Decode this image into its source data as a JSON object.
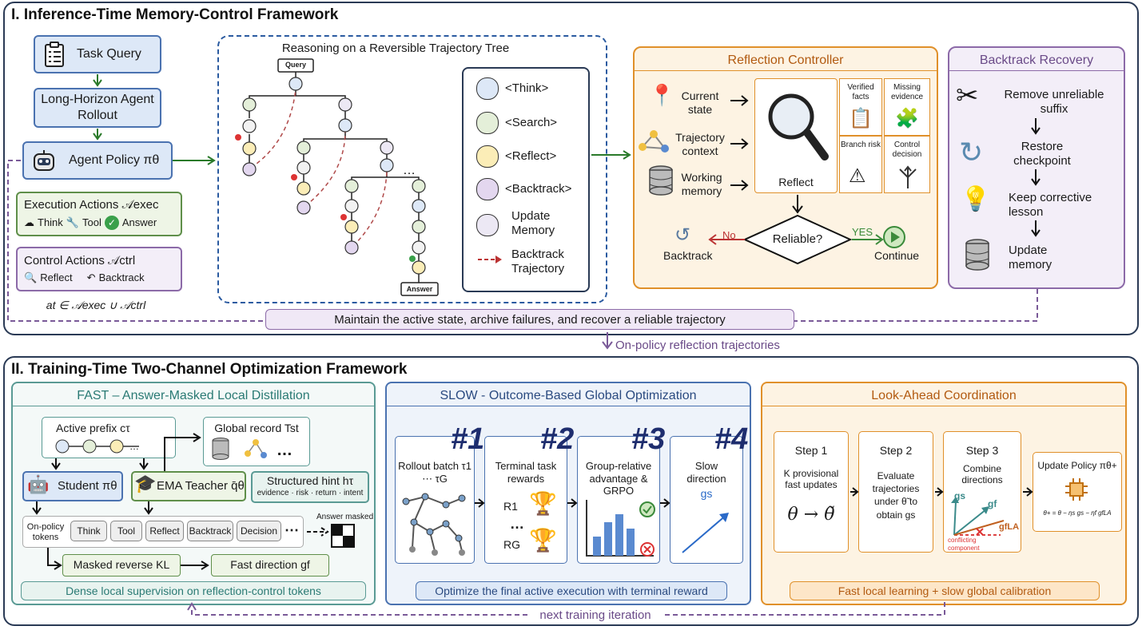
{
  "section1": {
    "title": "I. Inference-Time Memory-Control Framework",
    "task_query": "Task Query",
    "rollout": "Long-Horizon Agent Rollout",
    "policy": "Agent Policy πθ",
    "exec_title": "Execution Actions 𝒜exec",
    "exec_items": [
      "Think",
      "Tool",
      "Answer"
    ],
    "ctrl_title": "Control Actions 𝒜ctrl",
    "ctrl_items": [
      "Reflect",
      "Backtrack"
    ],
    "action_formula": "at ∈ 𝒜exec ∪ 𝒜ctrl",
    "tree_title": "Reasoning on a Reversible Trajectory Tree",
    "tree_query": "Query",
    "tree_answer": "Answer",
    "legend": [
      "<Think>",
      "<Search>",
      "<Reflect>",
      "<Backtrack>",
      "Update Memory",
      "Backtrack Trajectory"
    ],
    "reflection": {
      "title": "Reflection Controller",
      "inputs": [
        "Current state",
        "Trajectory context",
        "Working memory"
      ],
      "center": "Reflect",
      "cards": [
        "Verified facts",
        "Missing evidence",
        "Branch risk",
        "Control decision"
      ],
      "decision": "Reliable?",
      "no": "No",
      "yes": "YES",
      "backtrack": "Backtrack",
      "continue": "Continue"
    },
    "recovery": {
      "title": "Backtrack Recovery",
      "steps": [
        "Remove unreliable suffix",
        "Restore checkpoint",
        "Keep corrective lesson",
        "Update memory"
      ]
    },
    "maintain": "Maintain the active state, archive failures, and recover a reliable trajectory"
  },
  "link_label": "On-policy reflection trajectories",
  "section2": {
    "title": "II. Training-Time Two-Channel Optimization Framework",
    "fast": {
      "title": "FAST – Answer-Masked Local Distillation",
      "prefix": "Active prefix cτ",
      "global": "Global record Tst",
      "student": "Student πθ",
      "teacher": "EMA Teacher q̄θ",
      "hint_title": "Structured hint hτ",
      "hint_sub": "evidence · risk · return · intent",
      "onpolicy": "On-policy tokens",
      "tokens": [
        "Think",
        "Tool",
        "Reflect",
        "Backtrack",
        "Decision"
      ],
      "answer_masked": "Answer masked",
      "kl": "Masked reverse KL",
      "direction": "Fast direction gf",
      "footer": "Dense local supervision on reflection-control tokens"
    },
    "slow": {
      "title": "SLOW - Outcome-Based Global Optimization",
      "nums": [
        "#1",
        "#2",
        "#3",
        "#4"
      ],
      "steps": [
        "Rollout batch τ1 ⋯ τG",
        "Terminal task rewards",
        "Group-relative advantage & GRPO",
        "Slow direction"
      ],
      "gs": "gs",
      "r1": "R1",
      "rg": "RG",
      "footer": "Optimize the final active execution with terminal reward"
    },
    "lookahead": {
      "title": "Look-Ahead Coordination",
      "steps": [
        {
          "title": "Step 1",
          "text": "K provisional fast updates",
          "formula": "θ → θ̃"
        },
        {
          "title": "Step 2",
          "text": "Evaluate trajectories under θ̃ to obtain gs"
        },
        {
          "title": "Step 3",
          "text": "Combine directions"
        }
      ],
      "combine_labels": [
        "gs",
        "gf",
        "gfLA",
        "conflicting component"
      ],
      "update": "Update Policy πθ+",
      "update_formula": "θ+ = θ − ηs gs − ηf gfLA",
      "footer": "Fast local learning + slow global calibration"
    },
    "next_iter": "next training iteration"
  },
  "colors": {
    "navy": "#2a3a55",
    "blue": "#4a72b0",
    "green": "#5f8f4a",
    "orange": "#e0902a",
    "purple": "#8c6aa8",
    "teal": "#5a9a94"
  }
}
